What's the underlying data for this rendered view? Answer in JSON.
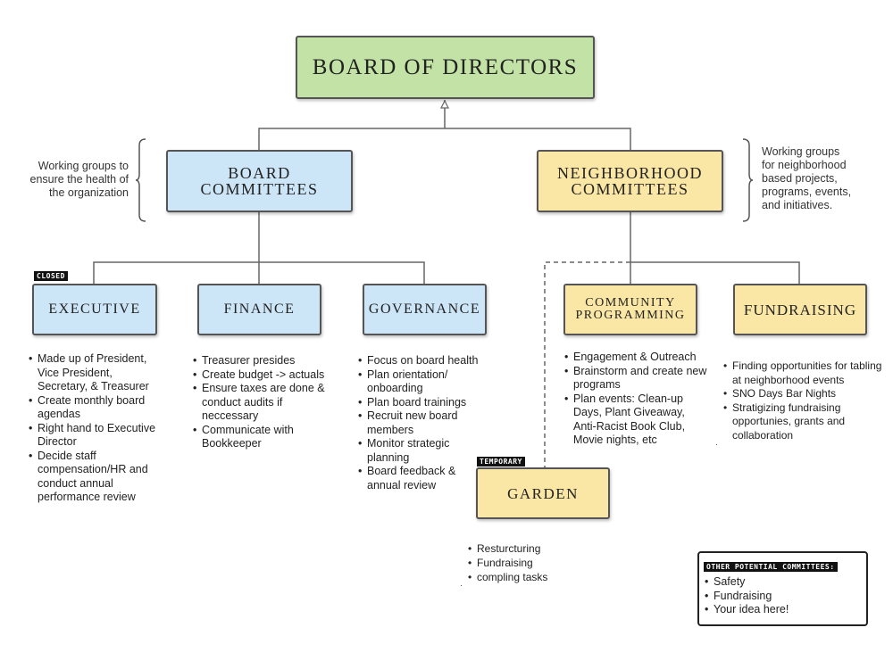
{
  "board": {
    "title": "BOARD OF DIRECTORS"
  },
  "board_committees": {
    "title": "BOARD\nCOMMITTEES",
    "note": "Working groups to\nensure the health of\nthe organization"
  },
  "neighborhood_committees": {
    "title": "NEIGHBORHOOD\nCOMMITTEES",
    "note": "Working groups\nfor neighborhood\nbased projects,\nprograms, events,\nand initiatives."
  },
  "executive": {
    "tag": "CLOSED",
    "title": "EXECUTIVE",
    "items": [
      "Made up of President, Vice President, Secretary, & Treasurer",
      "Create monthly board agendas",
      "Right hand to Executive Director",
      "Decide staff compensation/HR and conduct annual performance review"
    ]
  },
  "finance": {
    "title": "FINANCE",
    "items": [
      "Treasurer presides",
      "Create budget -> actuals",
      "Ensure taxes are done & conduct audits if neccessary",
      "Communicate with Bookkeeper"
    ]
  },
  "governance": {
    "title": "GOVERNANCE",
    "items": [
      "Focus on board health",
      "Plan orientation/ onboarding",
      "Plan board trainings",
      "Recruit new board members",
      "Monitor strategic planning",
      "Board feedback & annual review"
    ]
  },
  "community": {
    "title": "COMMUNITY\nPROGRAMMING",
    "items": [
      "Engagement & Outreach",
      "Brainstorm and create new programs",
      "Plan events: Clean-up Days, Plant Giveaway, Anti-Racist Book Club, Movie nights, etc"
    ]
  },
  "fundraising": {
    "title": "FUNDRAISING",
    "items": [
      "Finding opportunities for tabling at neighborhood events",
      "SNO Days Bar Nights",
      "Stratigizing fundraising opportunies, grants and collaboration"
    ]
  },
  "garden": {
    "tag": "TEMPORARY",
    "title": "GARDEN",
    "items": [
      "Resturcturing",
      "Fundraising",
      "compling tasks"
    ]
  },
  "other": {
    "heading": "OTHER POTENTIAL COMMITTEES:",
    "items": [
      "Safety",
      "Fundraising",
      "Your idea here!"
    ]
  },
  "colors": {
    "green": "#c3e2a6",
    "blue": "#cce5f7",
    "yellow": "#fbe7a5"
  }
}
